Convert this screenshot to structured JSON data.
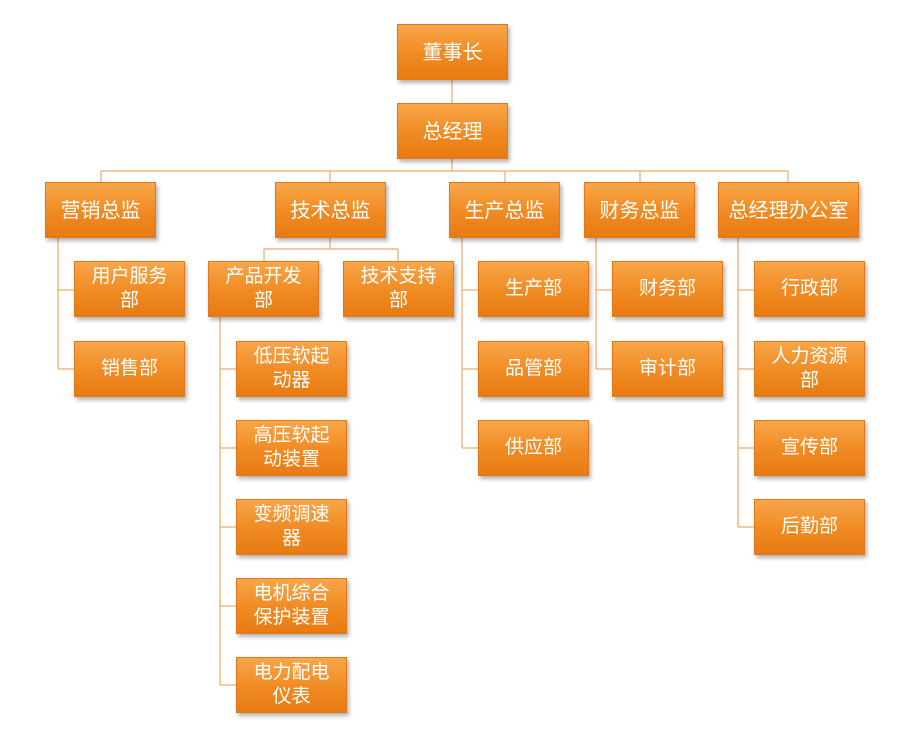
{
  "org": {
    "chairman": "董事长",
    "general_manager": "总经理",
    "marketing": {
      "title": "营销总监",
      "children": [
        "用户服务\n部",
        "销售部"
      ]
    },
    "technology": {
      "title": "技术总监",
      "product_dev": {
        "title": "产品开发\n部",
        "children": [
          "低压软起\n动器",
          "高压软起\n动装置",
          "变频调速\n器",
          "电机综合\n保护装置",
          "电力配电\n仪表"
        ]
      },
      "tech_support": "技术支持\n部"
    },
    "production": {
      "title": "生产总监",
      "children": [
        "生产部",
        "品管部",
        "供应部"
      ]
    },
    "finance": {
      "title": "财务总监",
      "children": [
        "财务部",
        "审计部"
      ]
    },
    "gm_office": {
      "title": "总经理办公室",
      "children": [
        "行政部",
        "人力资源\n部",
        "宣传部",
        "后勤部"
      ]
    }
  },
  "colors": {
    "box_fill": "#f08a22",
    "box_border": "#e3781a",
    "connector": "#f0a868",
    "text": "#ffffff"
  }
}
